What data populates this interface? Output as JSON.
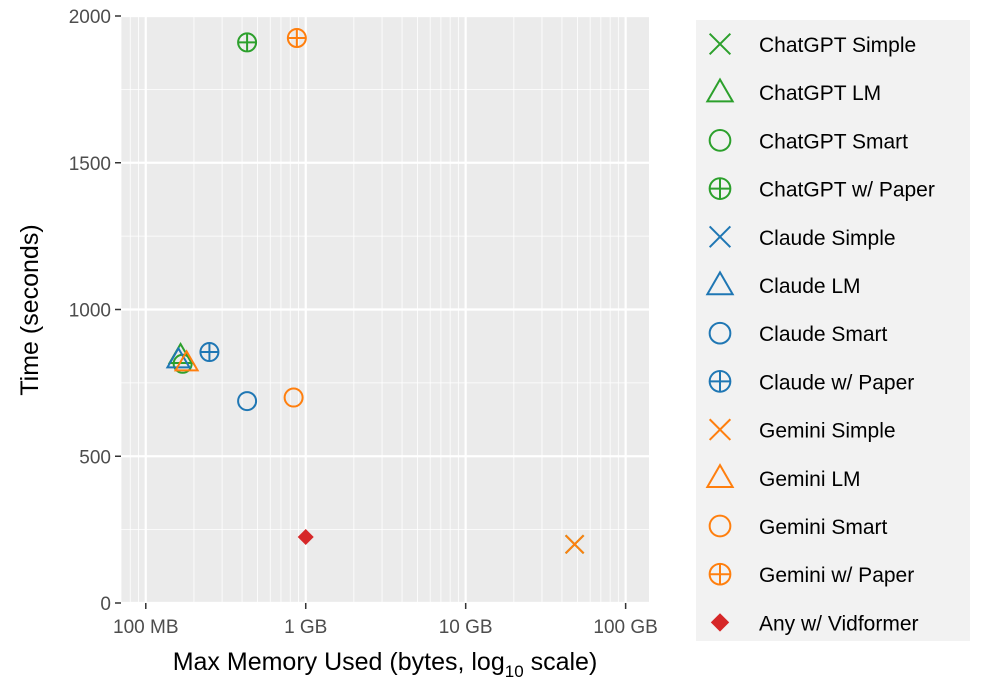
{
  "chart_data": {
    "type": "scatter",
    "title": "",
    "xlabel": {
      "pre": "Max Memory Used (bytes, log",
      "sub": "10",
      "post": " scale)"
    },
    "ylabel": "Time (seconds)",
    "x_scale": "log10",
    "xlim_bytes": [
      70000000,
      140000000000
    ],
    "ylim": [
      0,
      2000
    ],
    "grid": true,
    "x_ticks": [
      {
        "value": 100000000,
        "label": "100 MB"
      },
      {
        "value": 1000000000,
        "label": "1 GB"
      },
      {
        "value": 10000000000,
        "label": "10 GB"
      },
      {
        "value": 100000000000,
        "label": "100 GB"
      }
    ],
    "y_ticks": [
      {
        "value": 0,
        "label": "0"
      },
      {
        "value": 500,
        "label": "500"
      },
      {
        "value": 1000,
        "label": "1000"
      },
      {
        "value": 1500,
        "label": "1500"
      },
      {
        "value": 2000,
        "label": "2000"
      }
    ],
    "legend_position": "right",
    "series": [
      {
        "name": "ChatGPT Simple",
        "color": "#2ca02c",
        "shape": "x",
        "points": [
          {
            "x": 48000000000,
            "y": 200
          }
        ]
      },
      {
        "name": "ChatGPT LM",
        "color": "#2ca02c",
        "shape": "triangle",
        "points": [
          {
            "x": 165000000,
            "y": 845
          }
        ]
      },
      {
        "name": "ChatGPT Smart",
        "color": "#2ca02c",
        "shape": "circle",
        "points": [
          {
            "x": 170000000,
            "y": 815
          }
        ]
      },
      {
        "name": "ChatGPT w/ Paper",
        "color": "#2ca02c",
        "shape": "circle-plus",
        "points": [
          {
            "x": 430000000,
            "y": 1910
          }
        ]
      },
      {
        "name": "Claude Simple",
        "color": "#1f77b4",
        "shape": "x",
        "points": []
      },
      {
        "name": "Claude LM",
        "color": "#1f77b4",
        "shape": "triangle",
        "points": [
          {
            "x": 160000000,
            "y": 830
          }
        ]
      },
      {
        "name": "Claude Smart",
        "color": "#1f77b4",
        "shape": "circle",
        "points": [
          {
            "x": 430000000,
            "y": 688
          }
        ]
      },
      {
        "name": "Claude w/ Paper",
        "color": "#1f77b4",
        "shape": "circle-plus",
        "points": [
          {
            "x": 250000000,
            "y": 855
          }
        ]
      },
      {
        "name": "Gemini Simple",
        "color": "#ff7f0e",
        "shape": "x",
        "points": [
          {
            "x": 48000000000,
            "y": 200
          }
        ]
      },
      {
        "name": "Gemini LM",
        "color": "#ff7f0e",
        "shape": "triangle",
        "points": [
          {
            "x": 180000000,
            "y": 820
          }
        ]
      },
      {
        "name": "Gemini Smart",
        "color": "#ff7f0e",
        "shape": "circle",
        "points": [
          {
            "x": 840000000,
            "y": 700
          }
        ]
      },
      {
        "name": "Gemini w/ Paper",
        "color": "#ff7f0e",
        "shape": "circle-plus",
        "points": [
          {
            "x": 880000000,
            "y": 1925
          }
        ]
      },
      {
        "name": "Any w/ Vidformer",
        "color": "#d62728",
        "shape": "diamond",
        "points": [
          {
            "x": 1000000000,
            "y": 225
          }
        ]
      }
    ]
  }
}
